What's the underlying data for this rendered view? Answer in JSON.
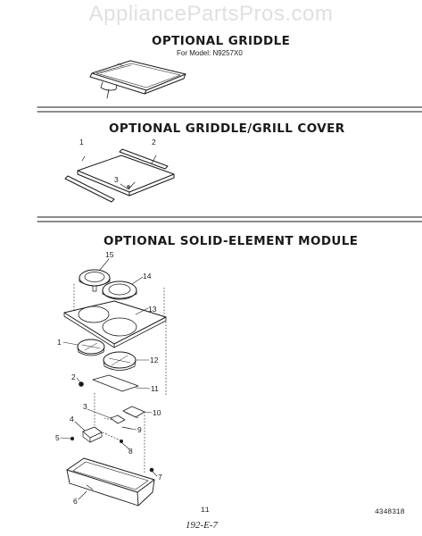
{
  "watermark": "AppliancePartsPros.com",
  "sections": [
    {
      "title": "OPTIONAL GRIDDLE",
      "subtitle": "For Model: N9257X0"
    },
    {
      "title": "OPTIONAL GRIDDLE/GRILL COVER"
    },
    {
      "title": "OPTIONAL SOLID-ELEMENT MODULE"
    }
  ],
  "cover_callouts": [
    "1",
    "2",
    "3"
  ],
  "module_callouts": [
    "15",
    "14",
    "13",
    "1",
    "12",
    "2",
    "11",
    "3",
    "10",
    "4",
    "9",
    "5",
    "8",
    "7",
    "6"
  ],
  "footer": {
    "page_number": "11",
    "doc_number": "4348318",
    "handwritten_note": "192-E-7"
  }
}
